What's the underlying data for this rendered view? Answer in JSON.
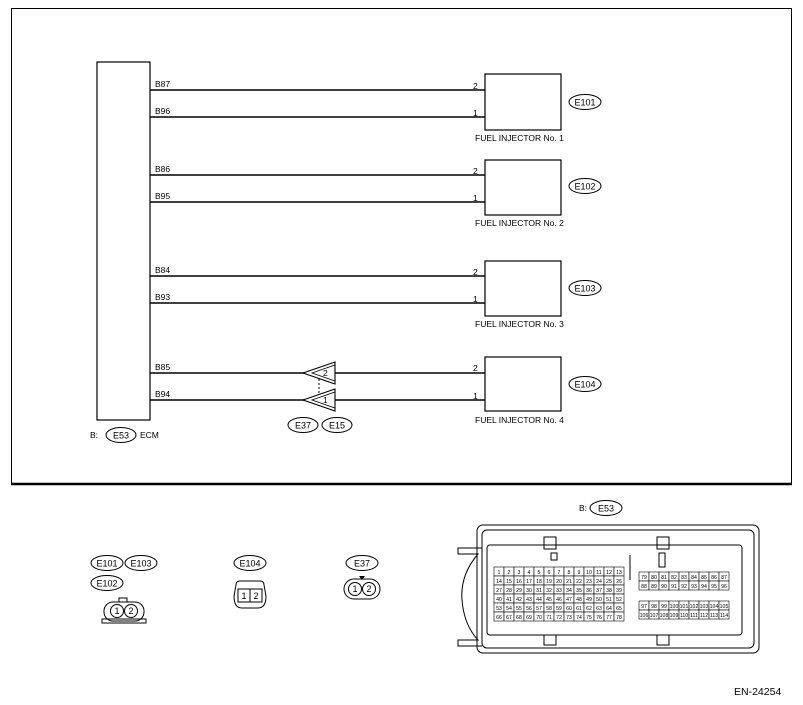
{
  "ecm": {
    "prefix": "B:",
    "connector": "E53",
    "name": "ECM"
  },
  "injectors": [
    {
      "name": "FUEL INJECTOR No. 1",
      "connector": "E101",
      "wires": [
        {
          "ecm_pin": "B87",
          "pin": "2"
        },
        {
          "ecm_pin": "B96",
          "pin": "1"
        }
      ]
    },
    {
      "name": "FUEL INJECTOR No. 2",
      "connector": "E102",
      "wires": [
        {
          "ecm_pin": "B86",
          "pin": "2"
        },
        {
          "ecm_pin": "B95",
          "pin": "1"
        }
      ]
    },
    {
      "name": "FUEL INJECTOR No. 3",
      "connector": "E103",
      "wires": [
        {
          "ecm_pin": "B84",
          "pin": "2"
        },
        {
          "ecm_pin": "B93",
          "pin": "1"
        }
      ]
    },
    {
      "name": "FUEL INJECTOR No. 4",
      "connector": "E104",
      "wires": [
        {
          "ecm_pin": "B85",
          "pin": "2"
        },
        {
          "ecm_pin": "B94",
          "pin": "1"
        }
      ]
    }
  ],
  "intermediate_connector": {
    "pins": [
      "2",
      "1"
    ],
    "codes": [
      "E37",
      "E15"
    ]
  },
  "connector_views": {
    "injector_group": {
      "labels": [
        "E101",
        "E103",
        "E102"
      ],
      "pins": [
        "1",
        "2"
      ]
    },
    "e104": {
      "label": "E104",
      "pins": [
        "1",
        "2"
      ]
    },
    "e37": {
      "label": "E37",
      "pins": [
        "1",
        "2"
      ]
    },
    "ecm": {
      "prefix": "B:",
      "label": "E53",
      "left_rows": [
        [
          "1",
          "2",
          "3",
          "4",
          "5",
          "6",
          "7",
          "8",
          "9",
          "10",
          "11",
          "12",
          "13"
        ],
        [
          "14",
          "15",
          "16",
          "17",
          "18",
          "19",
          "20",
          "21",
          "22",
          "23",
          "24",
          "25",
          "26"
        ],
        [
          "27",
          "28",
          "29",
          "30",
          "31",
          "32",
          "33",
          "34",
          "35",
          "36",
          "37",
          "38",
          "39"
        ],
        [
          "40",
          "41",
          "42",
          "43",
          "44",
          "45",
          "46",
          "47",
          "48",
          "49",
          "50",
          "51",
          "52"
        ],
        [
          "53",
          "54",
          "55",
          "56",
          "57",
          "58",
          "59",
          "60",
          "61",
          "62",
          "63",
          "64",
          "65"
        ],
        [
          "66",
          "67",
          "68",
          "69",
          "70",
          "71",
          "72",
          "73",
          "74",
          "75",
          "76",
          "77",
          "78"
        ]
      ],
      "right_top_rows": [
        [
          "79",
          "80",
          "81",
          "82",
          "83",
          "84",
          "85",
          "86",
          "87"
        ],
        [
          "88",
          "89",
          "90",
          "91",
          "92",
          "93",
          "94",
          "95",
          "96"
        ]
      ],
      "right_bottom_rows": [
        [
          "97",
          "98",
          "99",
          "100",
          "101",
          "102",
          "103",
          "104",
          "105"
        ],
        [
          "106",
          "107",
          "108",
          "109",
          "110",
          "111",
          "112",
          "113",
          "114"
        ]
      ]
    }
  },
  "figure_code": "EN-24254"
}
